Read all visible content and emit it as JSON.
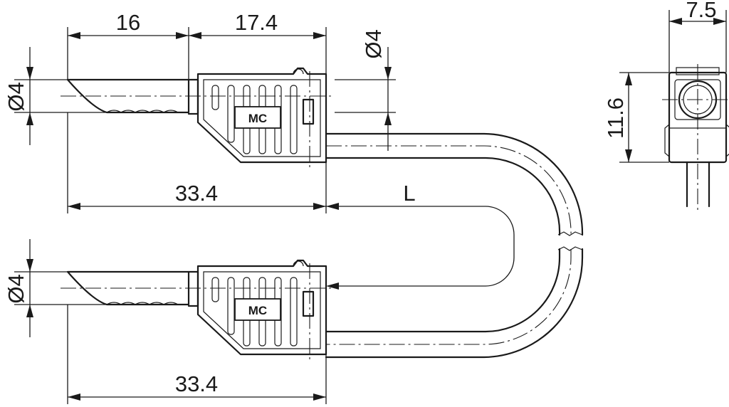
{
  "dimensions": {
    "pin_length": "16",
    "grip_length": "17.4",
    "pin_diameter_top": "Ø4",
    "socket_diameter": "Ø4",
    "plug_length_top": "33.4",
    "cable_length": "L",
    "pin_diameter_bottom": "Ø4",
    "plug_length_bottom": "33.4",
    "end_view_width": "7.5",
    "end_view_height": "11.6"
  },
  "brand": {
    "logo_top": "MC",
    "logo_bottom": "MC"
  }
}
